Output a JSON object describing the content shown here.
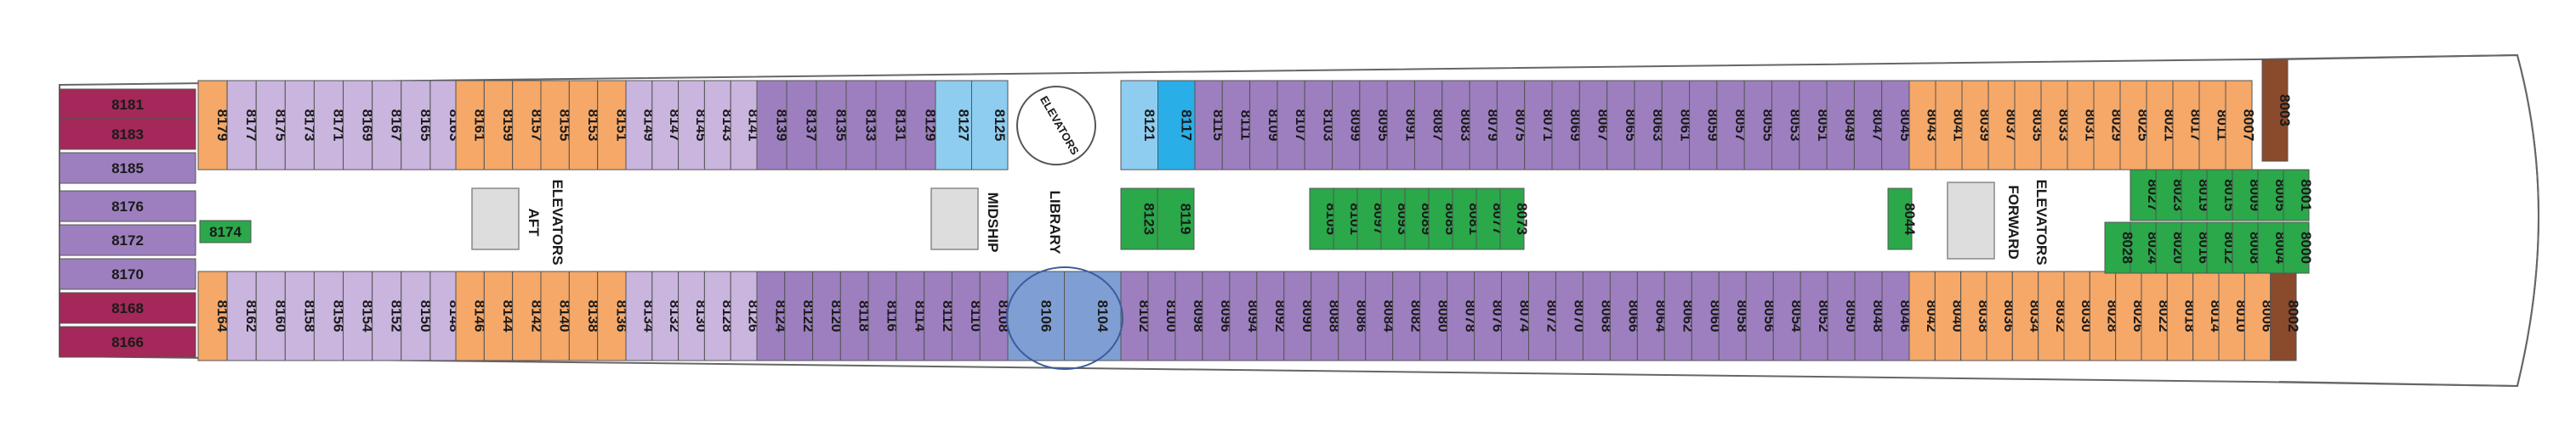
{
  "deck_labels": {
    "aft": "AFT",
    "elevators_aft": "ELEVATORS",
    "midship": "MIDSHIP",
    "library": "LIBRARY",
    "elevators_mid": "ELEVATORS",
    "forward": "FORWARD",
    "elevators_fwd": "ELEVATORS"
  },
  "colors": {
    "maroon": "#a4285a",
    "purple": "#9d7fc0",
    "lavender": "#c9b5de",
    "orange": "#f5a868",
    "lightblue": "#8ecdf0",
    "blue": "#29aee8",
    "green": "#2aa84a",
    "brown": "#8a4a2c",
    "dome": "#7f9fd4"
  },
  "top_row": [
    {
      "n": "8179",
      "c": "orange"
    },
    {
      "n": "8177",
      "c": "lavender"
    },
    {
      "n": "8175",
      "c": "lavender"
    },
    {
      "n": "8173",
      "c": "lavender"
    },
    {
      "n": "8171",
      "c": "lavender"
    },
    {
      "n": "8169",
      "c": "lavender"
    },
    {
      "n": "8167",
      "c": "lavender"
    },
    {
      "n": "8165",
      "c": "lavender"
    },
    {
      "n": "8163",
      "c": "lavender"
    },
    {
      "n": "8161",
      "c": "orange"
    },
    {
      "n": "8159",
      "c": "orange"
    },
    {
      "n": "8157",
      "c": "orange"
    },
    {
      "n": "8155",
      "c": "orange"
    },
    {
      "n": "8153",
      "c": "orange"
    },
    {
      "n": "8151",
      "c": "orange"
    },
    {
      "n": "8149",
      "c": "lavender"
    },
    {
      "n": "8147",
      "c": "lavender"
    },
    {
      "n": "8145",
      "c": "lavender"
    },
    {
      "n": "8143",
      "c": "lavender"
    },
    {
      "n": "8141",
      "c": "lavender"
    },
    {
      "n": "8139",
      "c": "purple"
    },
    {
      "n": "8137",
      "c": "purple"
    },
    {
      "n": "8135",
      "c": "purple"
    },
    {
      "n": "8133",
      "c": "purple"
    },
    {
      "n": "8131",
      "c": "purple"
    },
    {
      "n": "8129",
      "c": "purple"
    },
    {
      "n": "8127",
      "c": "lightblue"
    },
    {
      "n": "8125",
      "c": "lightblue"
    },
    {
      "n": "8121",
      "c": "lightblue"
    },
    {
      "n": "8117",
      "c": "blue"
    },
    {
      "n": "8115",
      "c": "purple"
    },
    {
      "n": "8111",
      "c": "purple"
    },
    {
      "n": "8109",
      "c": "purple"
    },
    {
      "n": "8107",
      "c": "purple"
    },
    {
      "n": "8103",
      "c": "purple"
    },
    {
      "n": "8099",
      "c": "purple"
    },
    {
      "n": "8095",
      "c": "purple"
    },
    {
      "n": "8091",
      "c": "purple"
    },
    {
      "n": "8087",
      "c": "purple"
    },
    {
      "n": "8083",
      "c": "purple"
    },
    {
      "n": "8079",
      "c": "purple"
    },
    {
      "n": "8075",
      "c": "purple"
    },
    {
      "n": "8071",
      "c": "purple"
    },
    {
      "n": "8069",
      "c": "purple"
    },
    {
      "n": "8067",
      "c": "purple"
    },
    {
      "n": "8065",
      "c": "purple"
    },
    {
      "n": "8063",
      "c": "purple"
    },
    {
      "n": "8061",
      "c": "purple"
    },
    {
      "n": "8059",
      "c": "purple"
    },
    {
      "n": "8057",
      "c": "purple"
    },
    {
      "n": "8055",
      "c": "purple"
    },
    {
      "n": "8053",
      "c": "purple"
    },
    {
      "n": "8051",
      "c": "purple"
    },
    {
      "n": "8049",
      "c": "purple"
    },
    {
      "n": "8047",
      "c": "purple"
    },
    {
      "n": "8045",
      "c": "purple"
    },
    {
      "n": "8043",
      "c": "orange"
    },
    {
      "n": "8041",
      "c": "orange"
    },
    {
      "n": "8039",
      "c": "orange"
    },
    {
      "n": "8037",
      "c": "orange"
    },
    {
      "n": "8035",
      "c": "orange"
    },
    {
      "n": "8033",
      "c": "orange"
    },
    {
      "n": "8031",
      "c": "orange"
    },
    {
      "n": "8029",
      "c": "orange"
    },
    {
      "n": "8025",
      "c": "orange"
    },
    {
      "n": "8021",
      "c": "orange"
    },
    {
      "n": "8017",
      "c": "orange"
    },
    {
      "n": "8011",
      "c": "orange"
    },
    {
      "n": "8007",
      "c": "orange"
    }
  ],
  "bottom_row": [
    {
      "n": "8164",
      "c": "orange"
    },
    {
      "n": "8162",
      "c": "lavender"
    },
    {
      "n": "8160",
      "c": "lavender"
    },
    {
      "n": "8158",
      "c": "lavender"
    },
    {
      "n": "8156",
      "c": "lavender"
    },
    {
      "n": "8154",
      "c": "lavender"
    },
    {
      "n": "8152",
      "c": "lavender"
    },
    {
      "n": "8150",
      "c": "lavender"
    },
    {
      "n": "8148",
      "c": "lavender"
    },
    {
      "n": "8146",
      "c": "orange"
    },
    {
      "n": "8144",
      "c": "orange"
    },
    {
      "n": "8142",
      "c": "orange"
    },
    {
      "n": "8140",
      "c": "orange"
    },
    {
      "n": "8138",
      "c": "orange"
    },
    {
      "n": "8136",
      "c": "orange"
    },
    {
      "n": "8134",
      "c": "lavender"
    },
    {
      "n": "8132",
      "c": "lavender"
    },
    {
      "n": "8130",
      "c": "lavender"
    },
    {
      "n": "8128",
      "c": "lavender"
    },
    {
      "n": "8126",
      "c": "lavender"
    },
    {
      "n": "8124",
      "c": "purple"
    },
    {
      "n": "8122",
      "c": "purple"
    },
    {
      "n": "8120",
      "c": "purple"
    },
    {
      "n": "8118",
      "c": "purple"
    },
    {
      "n": "8116",
      "c": "purple"
    },
    {
      "n": "8114",
      "c": "purple"
    },
    {
      "n": "8112",
      "c": "purple"
    },
    {
      "n": "8110",
      "c": "purple"
    },
    {
      "n": "8108",
      "c": "purple"
    },
    {
      "n": "8106",
      "c": "dome"
    },
    {
      "n": "8104",
      "c": "dome"
    },
    {
      "n": "8102",
      "c": "purple"
    },
    {
      "n": "8100",
      "c": "purple"
    },
    {
      "n": "8098",
      "c": "purple"
    },
    {
      "n": "8096",
      "c": "purple"
    },
    {
      "n": "8094",
      "c": "purple"
    },
    {
      "n": "8092",
      "c": "purple"
    },
    {
      "n": "8090",
      "c": "purple"
    },
    {
      "n": "8088",
      "c": "purple"
    },
    {
      "n": "8086",
      "c": "purple"
    },
    {
      "n": "8084",
      "c": "purple"
    },
    {
      "n": "8082",
      "c": "purple"
    },
    {
      "n": "8080",
      "c": "purple"
    },
    {
      "n": "8078",
      "c": "purple"
    },
    {
      "n": "8076",
      "c": "purple"
    },
    {
      "n": "8074",
      "c": "purple"
    },
    {
      "n": "8072",
      "c": "purple"
    },
    {
      "n": "8070",
      "c": "purple"
    },
    {
      "n": "8068",
      "c": "purple"
    },
    {
      "n": "8066",
      "c": "purple"
    },
    {
      "n": "8064",
      "c": "purple"
    },
    {
      "n": "8062",
      "c": "purple"
    },
    {
      "n": "8060",
      "c": "purple"
    },
    {
      "n": "8058",
      "c": "purple"
    },
    {
      "n": "8056",
      "c": "purple"
    },
    {
      "n": "8054",
      "c": "purple"
    },
    {
      "n": "8052",
      "c": "purple"
    },
    {
      "n": "8050",
      "c": "purple"
    },
    {
      "n": "8048",
      "c": "purple"
    },
    {
      "n": "8046",
      "c": "purple"
    },
    {
      "n": "8042",
      "c": "orange"
    },
    {
      "n": "8040",
      "c": "orange"
    },
    {
      "n": "8038",
      "c": "orange"
    },
    {
      "n": "8036",
      "c": "orange"
    },
    {
      "n": "8034",
      "c": "orange"
    },
    {
      "n": "8032",
      "c": "orange"
    },
    {
      "n": "8030",
      "c": "orange"
    },
    {
      "n": "8028",
      "c": "orange"
    },
    {
      "n": "8026",
      "c": "orange"
    },
    {
      "n": "8022",
      "c": "orange"
    },
    {
      "n": "8018",
      "c": "orange"
    },
    {
      "n": "8014",
      "c": "orange"
    },
    {
      "n": "8010",
      "c": "orange"
    },
    {
      "n": "8006",
      "c": "orange"
    },
    {
      "n": "8002",
      "c": "brown"
    }
  ],
  "aft_cabins": [
    "8181",
    "8183",
    "8185",
    "8176",
    "8172",
    "8170",
    "8168",
    "8166"
  ],
  "aft_green": "8174",
  "mid_green": [
    "8123",
    "8119"
  ],
  "center_green": [
    "8105",
    "8101",
    "8097",
    "8093",
    "8089",
    "8085",
    "8081",
    "8077",
    "8073"
  ],
  "center_green_low": "8044",
  "fwd_green_top": [
    "8027",
    "8023",
    "8019",
    "8015",
    "8009",
    "8005",
    "8001"
  ],
  "fwd_green_bottom": [
    "8024",
    "8020",
    "8016",
    "8012",
    "8008",
    "8004",
    "8000"
  ],
  "fwd_green_single": "8028",
  "fwd_top_brown": "8003"
}
